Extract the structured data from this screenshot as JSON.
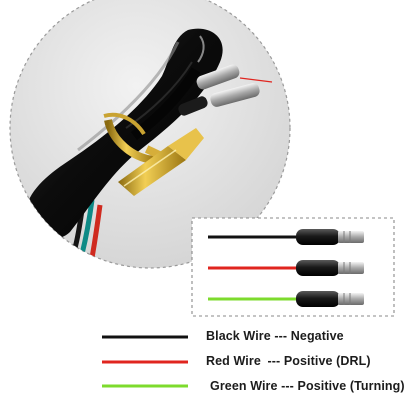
{
  "colors": {
    "black_wire": "#111111",
    "red_wire": "#e0251f",
    "green_wire": "#7ddb2d",
    "background": "#ffffff",
    "dashed_outline": "#9a9a9a",
    "zoom_disc": "#e3e3e3"
  },
  "legend": {
    "items": [
      {
        "wire": "Black Wire",
        "sep": "---",
        "meaning": "Negative"
      },
      {
        "wire": "Red Wire",
        "sep": "---",
        "meaning": "Positive (DRL)"
      },
      {
        "wire": "Green Wire",
        "sep": "---",
        "meaning": "Positive (Turning)"
      }
    ]
  },
  "icons": [
    "connector-pin-icon",
    "zip-tie-icon",
    "wire-harness-photo"
  ]
}
